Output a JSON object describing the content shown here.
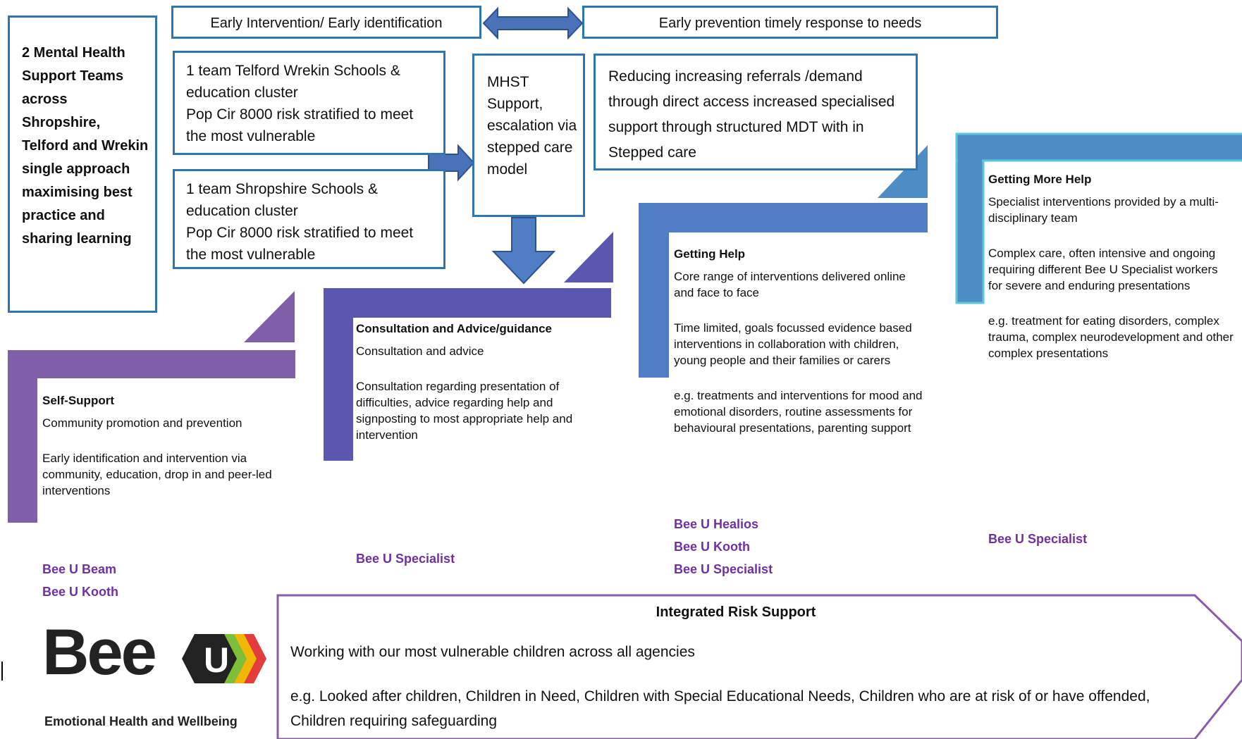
{
  "left_box": "2 Mental Health Support Teams across Shropshire, Telford and Wrekin single approach maximising best practice and sharing learning",
  "top_left_bar": "Early Intervention/ Early identification",
  "top_right_bar": "Early prevention timely response to needs",
  "team_telford": "1 team Telford Wrekin Schools & education cluster\nPop Cir 8000 risk stratified to meet the most vulnerable",
  "team_shropshire": "1 team Shropshire Schools & education cluster\nPop Cir 8000 risk stratified to meet the most vulnerable",
  "mhst": "MHST Support, escalation via stepped care model",
  "reducing": "Reducing increasing referrals /demand through direct access increased specialised support through structured MDT with in Stepped care",
  "steps": [
    {
      "title": "Self-Support",
      "lines": [
        "Community promotion and prevention",
        "Early identification and intervention via community, education, drop in and peer-led interventions"
      ],
      "services": [
        "Bee U Beam",
        "Bee U Kooth"
      ],
      "color": "#7F5FA8"
    },
    {
      "title": "Consultation and Advice/guidance",
      "lines": [
        "Consultation and advice",
        "Consultation regarding presentation of difficulties, advice regarding help and signposting to most appropriate help and intervention"
      ],
      "services": [
        "Bee U Specialist"
      ],
      "color": "#5B57B0"
    },
    {
      "title": "Getting Help",
      "lines": [
        "Core range of interventions delivered online and face to face",
        "Time limited, goals focussed evidence based interventions in collaboration with children, young people and their families or carers",
        "e.g. treatments and interventions for mood and emotional disorders, routine assessments for behavioural presentations, parenting support"
      ],
      "services": [
        "Bee U Healios",
        "Bee U Kooth",
        "Bee U Specialist"
      ],
      "color": "#4F7EC4"
    },
    {
      "title": "Getting More Help",
      "lines": [
        "Specialist interventions provided by a multi-disciplinary team",
        "Complex care, often intensive and ongoing requiring different Bee U Specialist workers for severe and enduring presentations",
        "e.g. treatment for eating disorders, complex trauma, complex neurodevelopment and other complex presentations"
      ],
      "services": [
        "Bee U Specialist"
      ],
      "color": "#4E8CC6"
    }
  ],
  "risk": {
    "title": "Integrated Risk Support",
    "line1": "Working with our most vulnerable children across all agencies",
    "line2": "e.g. Looked after children, Children in Need, Children with Special Educational Needs, Children who are at risk of or have offended, Children requiring safeguarding"
  },
  "logo": {
    "word": "Bee",
    "letter": "U",
    "tagline": "Emotional Health and Wellbeing"
  },
  "colors": {
    "box_border": "#2E75B6",
    "service_text": "#7030A0",
    "risk_border": "#8A5CA8"
  }
}
